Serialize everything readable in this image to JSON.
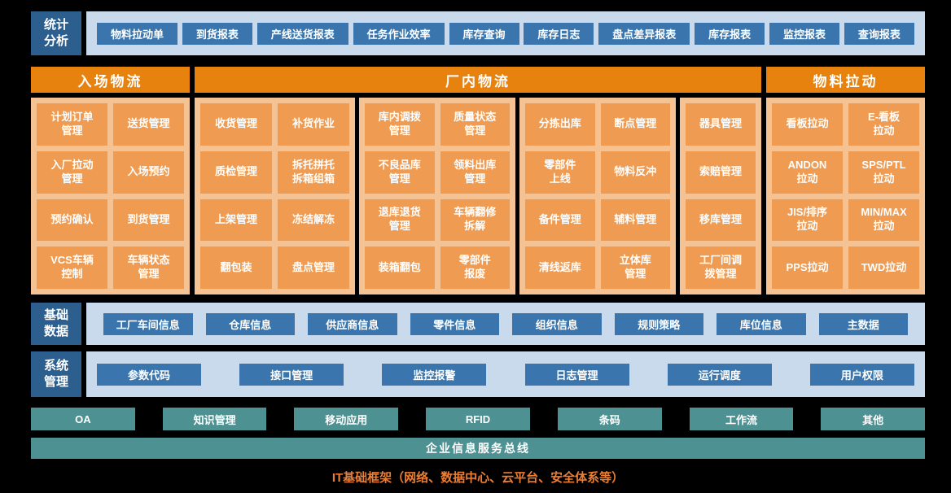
{
  "stats": {
    "label": "统计\n分析",
    "items": [
      "物料拉动单",
      "到货报表",
      "产线送货报表",
      "任务作业效率",
      "库存查询",
      "库存日志",
      "盘点差异报表",
      "库存报表",
      "监控报表",
      "查询报表"
    ]
  },
  "headers": {
    "inbound": "入场物流",
    "plant": "厂内物流",
    "pull": "物料拉动"
  },
  "inbound": {
    "cells": [
      "计划订单\n管理",
      "送货管理",
      "入厂拉动\n管理",
      "入场预约",
      "预约确认",
      "到货管理",
      "VCS车辆\n控制",
      "车辆状态\n管理"
    ]
  },
  "plant": {
    "panels": [
      {
        "cells": [
          "收货管理",
          "补货作业",
          "质检管理",
          "拆托拼托\n拆箱组箱",
          "上架管理",
          "冻结解冻",
          "翻包装",
          "盘点管理"
        ]
      },
      {
        "cells": [
          "库内调拨\n管理",
          "质量状态\n管理",
          "不良品库\n管理",
          "领料出库\n管理",
          "退库退货\n管理",
          "车辆翻修\n拆解",
          "装箱翻包",
          "零部件\n报废"
        ]
      },
      {
        "cells": [
          "分拣出库",
          "断点管理",
          "零部件\n上线",
          "物料反冲",
          "备件管理",
          "辅料管理",
          "清线返库",
          "立体库\n管理"
        ]
      },
      {
        "cells": [
          "器具管理",
          "索赔管理",
          "移库管理",
          "工厂间调\n拨管理"
        ]
      }
    ]
  },
  "pull": {
    "cells": [
      "看板拉动",
      "E-看板\n拉动",
      "ANDON\n拉动",
      "SPS/PTL\n拉动",
      "JIS/排序\n拉动",
      "MIN/MAX\n拉动",
      "PPS拉动",
      "TWD拉动"
    ]
  },
  "base_data": {
    "label": "基础\n数据",
    "items": [
      "工厂车间信息",
      "仓库信息",
      "供应商信息",
      "零件信息",
      "组织信息",
      "规则策略",
      "库位信息",
      "主数据"
    ]
  },
  "system": {
    "label": "系统\n管理",
    "items": [
      "参数代码",
      "接口管理",
      "监控报警",
      "日志管理",
      "运行调度",
      "用户权限"
    ]
  },
  "platform": {
    "items": [
      "OA",
      "知识管理",
      "移动应用",
      "RFID",
      "条码",
      "工作流",
      "其他"
    ]
  },
  "bus_label": "企业信息服务总线",
  "footer": "IT基础框架（网络、数据中心、云平台、安全体系等）",
  "colors": {
    "background": "#000000",
    "label_blue": "#2c5f8e",
    "button_blue": "#3a76ad",
    "strip_blue": "#c8daec",
    "header_orange": "#e8820e",
    "panel_orange": "#f5c294",
    "cell_orange": "#ef9b51",
    "teal": "#4e9192",
    "footer_orange": "#ed7d31"
  }
}
